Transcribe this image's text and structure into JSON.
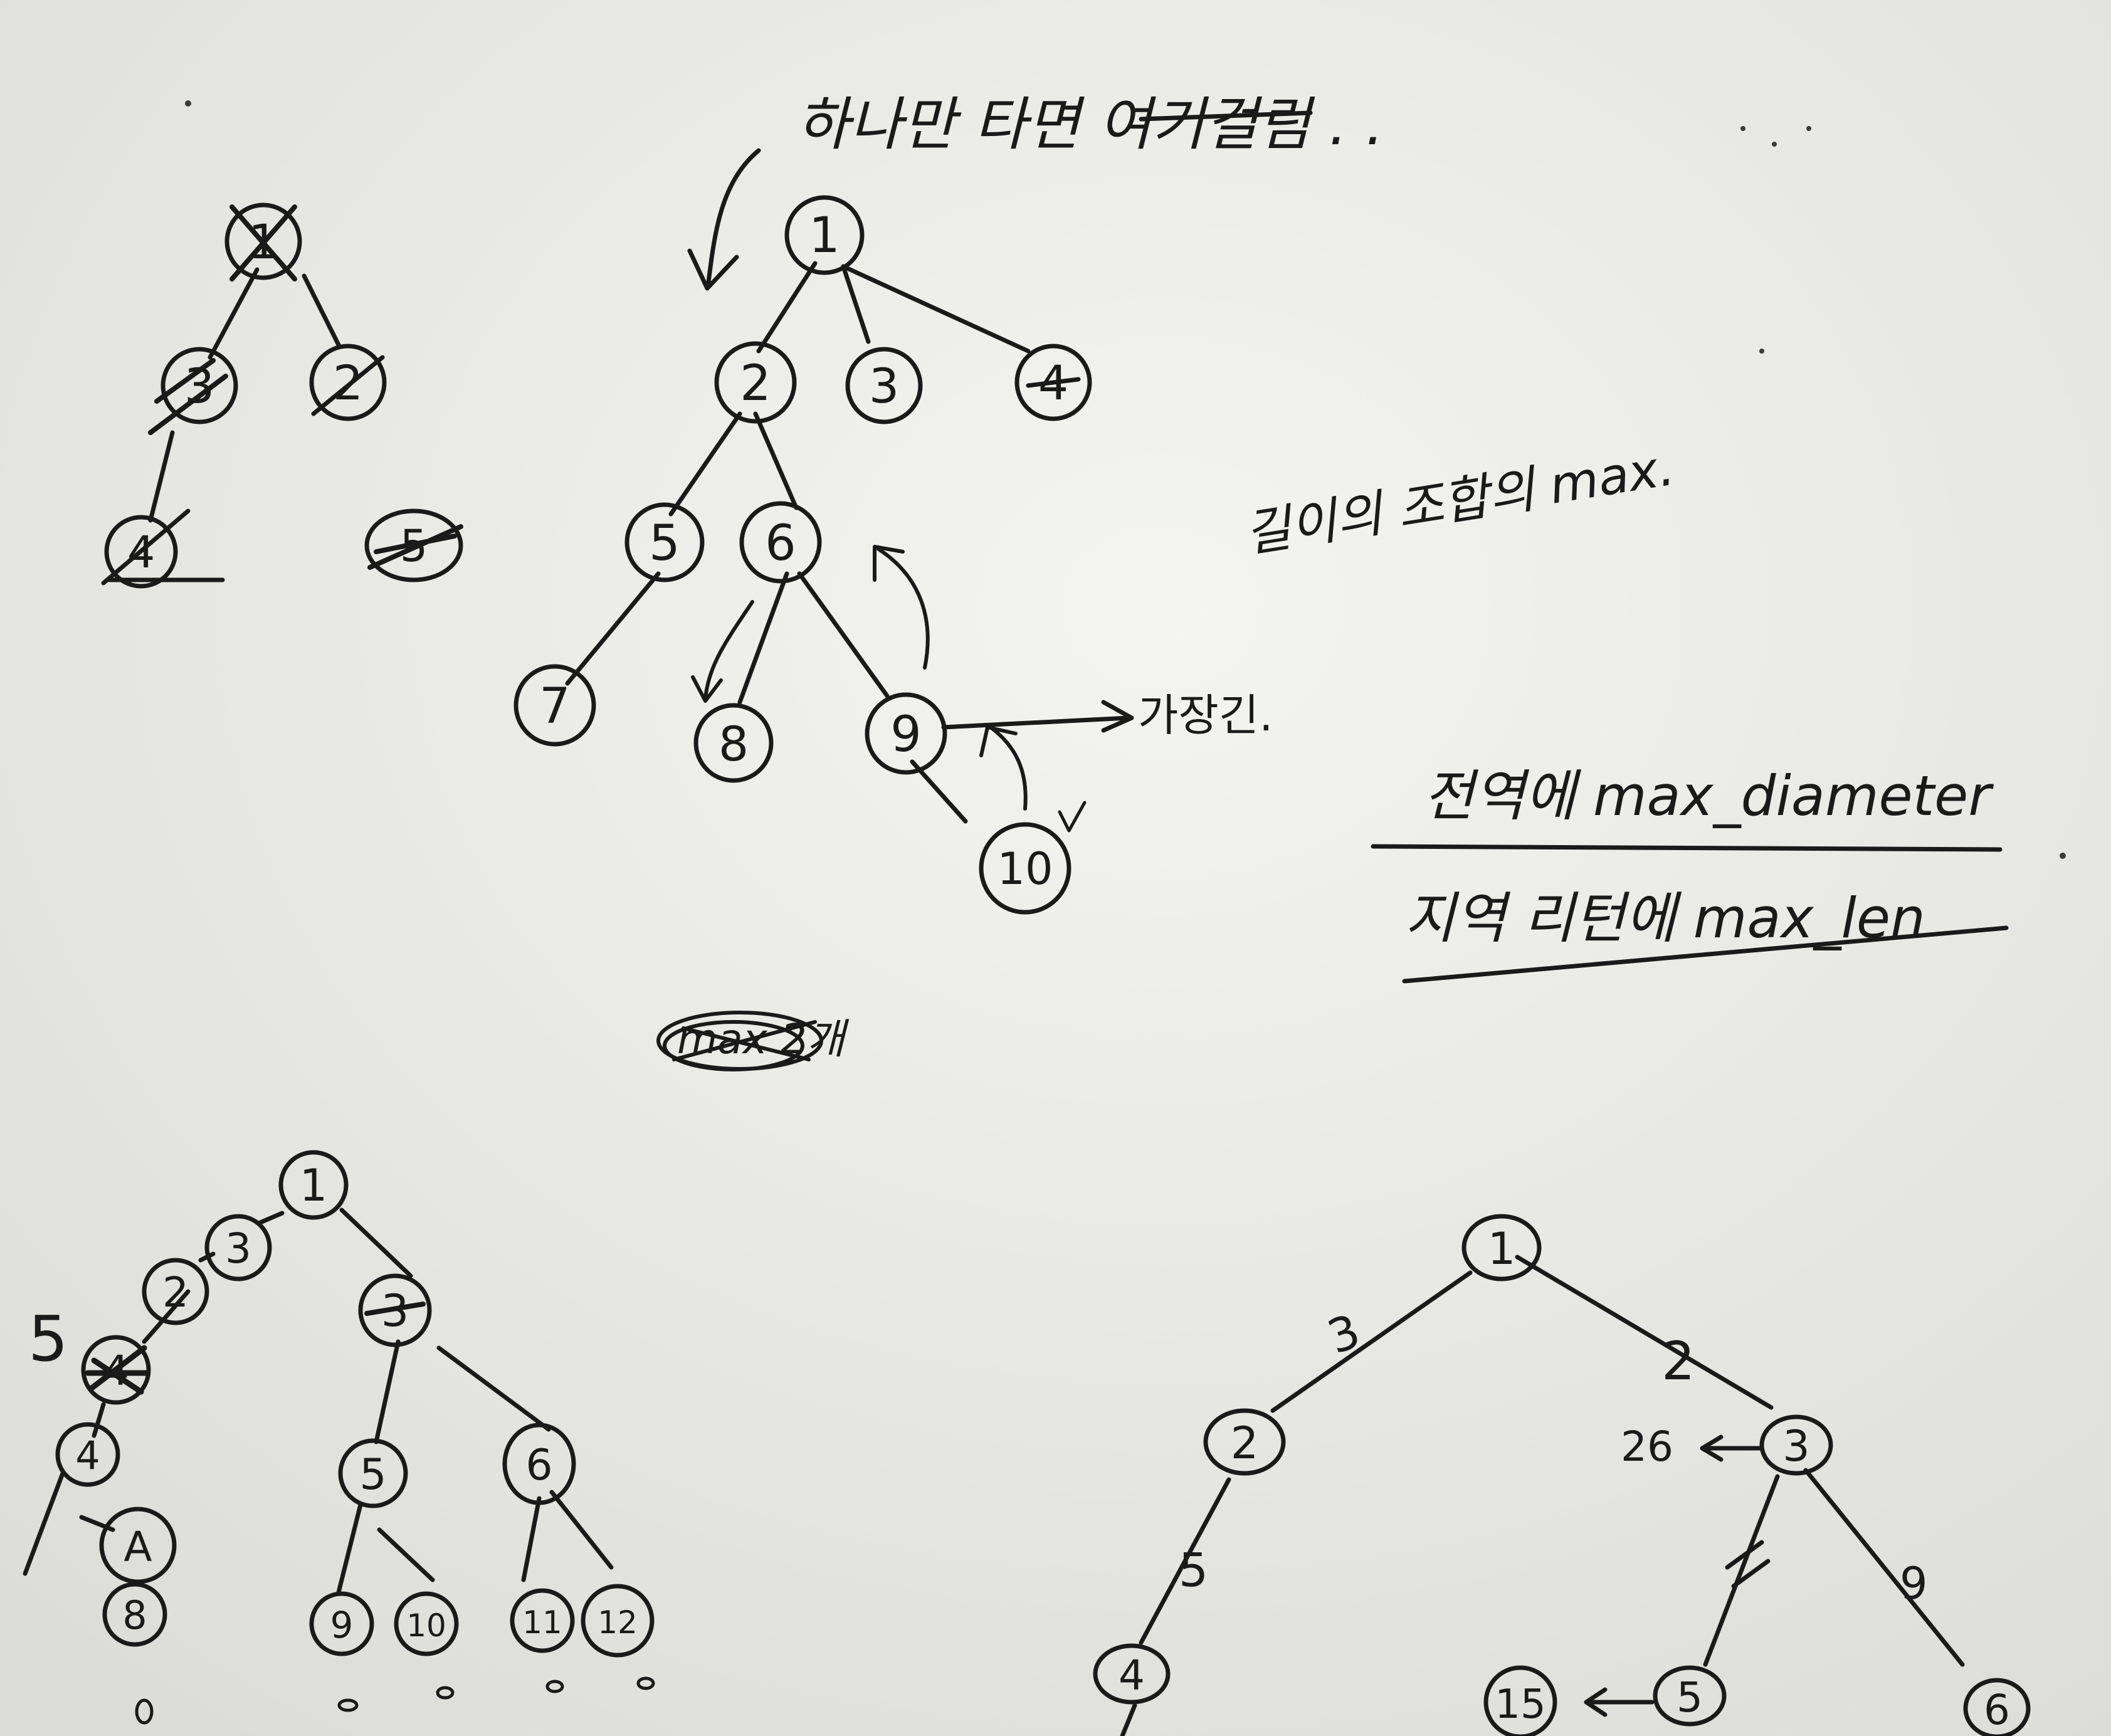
{
  "colors": {
    "paper": "#ecece9",
    "ink": "#1a1a1a"
  },
  "annotations": {
    "top_note": "하나만 타면 여기걸림 . .",
    "length_sum_max": "길이의 조합의 max.",
    "longest": "가장긴.",
    "global_label": "전역에 max_diameter",
    "local_label": "지역 리턴에 max_len",
    "crossed_max": "max 2개"
  },
  "tree_a": {
    "nodes": [
      "1",
      "3",
      "2",
      "4",
      "5"
    ]
  },
  "tree_b": {
    "nodes": [
      "1",
      "2",
      "3",
      "4",
      "5",
      "6",
      "7",
      "8",
      "9",
      "10"
    ]
  },
  "tree_c": {
    "nodes": [
      "1",
      "3",
      "2",
      "4",
      "3",
      "4",
      "A",
      "8",
      "5",
      "6",
      "9",
      "10",
      "11",
      "12"
    ],
    "side_label": "5"
  },
  "tree_d": {
    "nodes": [
      "1",
      "2",
      "3",
      "4",
      "5",
      "6",
      "15"
    ],
    "edge_weights": [
      "3",
      "2",
      "5",
      "9"
    ],
    "side_label": "26"
  }
}
